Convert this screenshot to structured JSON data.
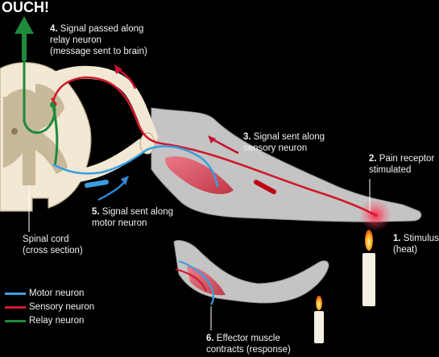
{
  "title": "OUCH!",
  "colors": {
    "motor": "#3a9ee0",
    "sensory": "#d0182c",
    "relay": "#1f8a3c",
    "arrow_red": "#c8102e",
    "arrow_blue": "#2e86d0",
    "arrow_green": "#1f8a3c",
    "limb": "#c8c8c8",
    "cord": "#f2e8d4"
  },
  "steps": [
    {
      "num": "4.",
      "line1": "Signal passed along",
      "line2": "relay neuron",
      "line3": "(message sent to brain)"
    },
    {
      "num": "3.",
      "line1": "Signal sent along",
      "line2": "sensory neuron"
    },
    {
      "num": "2.",
      "line1": "Pain receptor",
      "line2": "stimulated"
    },
    {
      "num": "1.",
      "line1": "Stimulus",
      "line2": "(heat)"
    },
    {
      "num": "5.",
      "line1": "Signal sent along",
      "line2": "motor neuron"
    },
    {
      "num": "6.",
      "line1": "Effector muscle",
      "line2": "contracts (response)"
    }
  ],
  "cord_label": {
    "line1": "Spinal cord",
    "line2": "(cross section)"
  },
  "legend": [
    {
      "label": "Motor neuron",
      "color": "#3a9ee0",
      "icon": "blue-line"
    },
    {
      "label": "Sensory neuron",
      "color": "#d0182c",
      "icon": "red-line"
    },
    {
      "label": "Relay neuron",
      "color": "#1f8a3c",
      "icon": "green-line"
    }
  ]
}
